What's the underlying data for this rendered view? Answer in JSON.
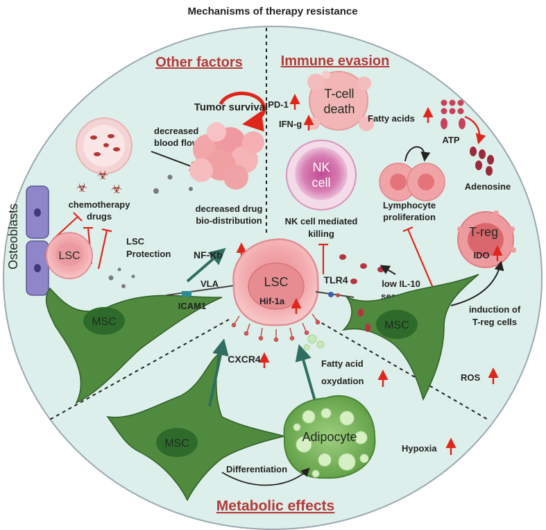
{
  "title": "Mechanisms of therapy resistance",
  "sections": {
    "other": "Other factors",
    "immune": "Immune evasion",
    "metabolic": "Metabolic effects"
  },
  "labels": {
    "tumor_survival": "Tumor survival",
    "decreased_blood_flow_1": "decreased",
    "decreased_blood_flow_2": "blood flow",
    "chemo_1": "chemotherapy",
    "chemo_2": "drugs",
    "drug_bio_1": "decreased drug",
    "drug_bio_2": "bio-distribution",
    "lsc_protection": "LSC",
    "lsc_protection_2": "Protection",
    "osteoblasts": "Osteoblasts",
    "lsc_small": "LSC",
    "msc_left": "MSC",
    "nfkb": "NF-Kb",
    "vla": "VLA",
    "icam1": "ICAM1",
    "lsc_center": "LSC",
    "hif": "Hif-1a",
    "tlr4": "TLR4",
    "cxcr4": "CXCR4",
    "pd1": "PD-1",
    "ifng": "IFN-g",
    "tcell_1": "T-cell",
    "tcell_2": "death",
    "fatty_acids": "Fatty acids",
    "atp": "ATP",
    "adenosine": "Adenosine",
    "nk_1": "NK",
    "nk_2": "cell",
    "nk_killing_1": "NK cell mediated",
    "nk_killing_2": "killing",
    "lymph_1": "Lymphocyte",
    "lymph_2": "proliferation",
    "treg": "T-reg",
    "ido": "IDO",
    "low_il10_1": "low IL-10",
    "low_il10_2": "secretion",
    "msc_right": "MSC",
    "induction_1": "induction of",
    "induction_2": "T-reg cells",
    "ros": "ROS",
    "fatty_ox_1": "Fatty acid",
    "fatty_ox_2": "oxydation",
    "msc_bottom": "MSC",
    "adipocyte": "Adipocyte",
    "differentiation": "Differentiation",
    "hypoxia": "Hypoxia"
  },
  "colors": {
    "circle_fill": "#ddefea",
    "circle_stroke": "#9aa8b0",
    "msc_fill": "#4f8a3f",
    "msc_nucleus": "#2e6b2a",
    "lsc_fill": "#f2a8ac",
    "up_arrow": "#e0251b",
    "teal_arrow": "#2f6e60",
    "section_title": "#b43a3a"
  }
}
